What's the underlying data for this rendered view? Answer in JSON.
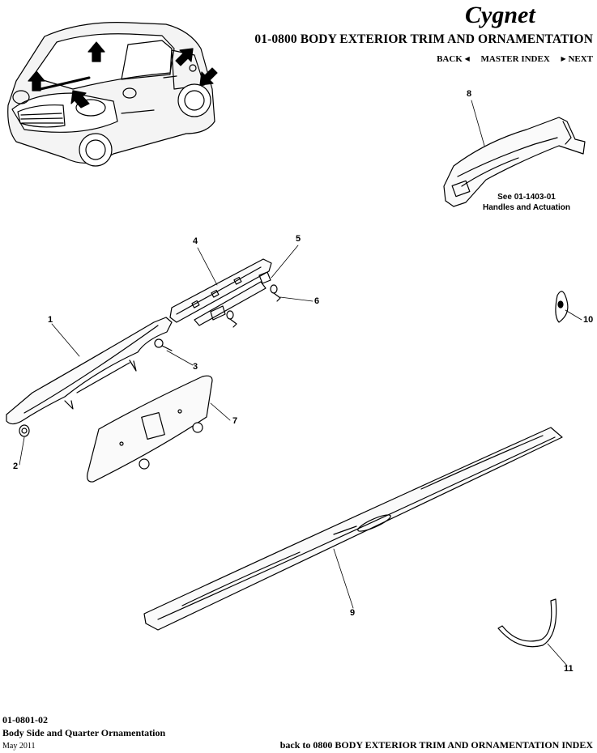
{
  "brand": {
    "logo_text": "Cygnet"
  },
  "header": {
    "title": "01-0800 BODY EXTERIOR TRIM AND ORNAMENTATION",
    "nav": {
      "back": "BACK",
      "master_index": "MASTER INDEX",
      "next": "NEXT"
    }
  },
  "callouts": [
    "1",
    "2",
    "3",
    "4",
    "5",
    "6",
    "7",
    "8",
    "9",
    "10",
    "11"
  ],
  "reference_note": {
    "line1": "See 01-1403-01",
    "line2": "Handles and Actuation"
  },
  "footer": {
    "code": "01-0801-02",
    "description": "Body Side and Quarter Ornamentation",
    "date": "May 2011",
    "back_link": "back to 0800 BODY EXTERIOR TRIM AND ORNAMENTATION INDEX"
  }
}
